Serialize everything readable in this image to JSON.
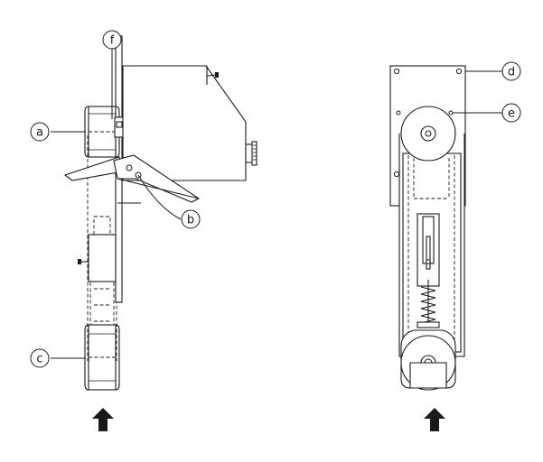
{
  "labels": {
    "a": "a",
    "b": "b",
    "c": "c",
    "d": "d",
    "e": "e",
    "f": "f"
  },
  "colors": {
    "line": "#1a1a1a",
    "background": "#ffffff",
    "arrow": "#1a1a1a"
  },
  "icons": {
    "direction_arrow": "arrow-up-icon"
  }
}
